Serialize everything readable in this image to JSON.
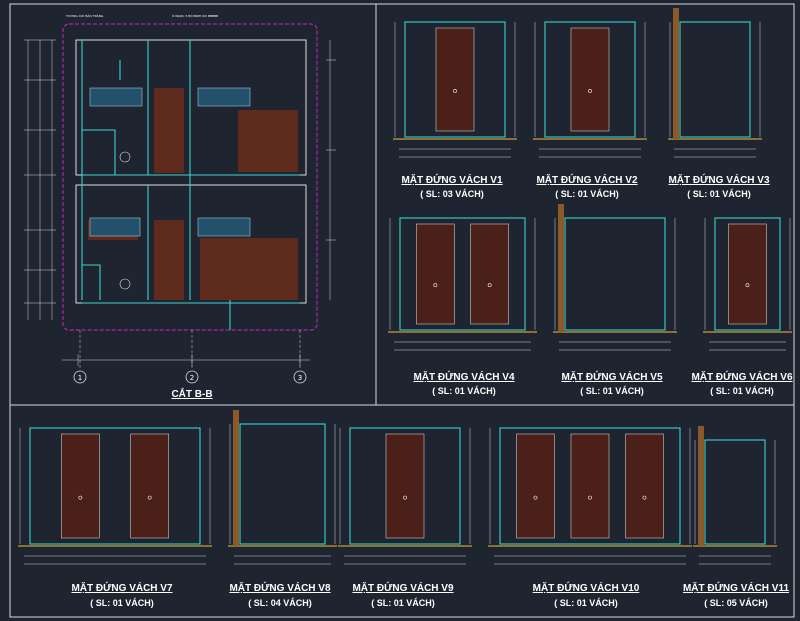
{
  "section": {
    "title": "CẮT B-B",
    "grid_labels": [
      "1",
      "2",
      "3"
    ],
    "notes": [
      "TƯỜNG XÂY BẢO TRẮNG",
      "Ô NGỌC 3 BỘ BÌNH XIX BBBBB"
    ]
  },
  "elevations": [
    {
      "id": "v1",
      "title": "MẶT ĐỨNG VÁCH V1",
      "qty": "( SL: 03 VÁCH)",
      "doors": 1
    },
    {
      "id": "v2",
      "title": "MẶT ĐỨNG VÁCH V2",
      "qty": "( SL: 01 VÁCH)",
      "doors": 1
    },
    {
      "id": "v3",
      "title": "MẶT ĐỨNG VÁCH V3",
      "qty": "( SL: 01 VÁCH)",
      "doors": 0
    },
    {
      "id": "v4",
      "title": "MẶT ĐỨNG VÁCH V4",
      "qty": "( SL: 01 VÁCH)",
      "doors": 2
    },
    {
      "id": "v5",
      "title": "MẶT ĐỨNG VÁCH V5",
      "qty": "( SL: 01 VÁCH)",
      "doors": 0
    },
    {
      "id": "v6",
      "title": "MẶT ĐỨNG VÁCH V6",
      "qty": "( SL: 01 VÁCH)",
      "doors": 1
    },
    {
      "id": "v7",
      "title": "MẶT ĐỨNG VÁCH V7",
      "qty": "( SL: 01 VÁCH)",
      "doors": 2
    },
    {
      "id": "v8",
      "title": "MẶT ĐỨNG VÁCH V8",
      "qty": "( SL: 04 VÁCH)",
      "doors": 0
    },
    {
      "id": "v9",
      "title": "MẶT ĐỨNG VÁCH V9",
      "qty": "( SL: 01 VÁCH)",
      "doors": 1
    },
    {
      "id": "v10",
      "title": "MẶT ĐỨNG VÁCH V10",
      "qty": "( SL: 01 VÁCH)",
      "doors": 3
    },
    {
      "id": "v11",
      "title": "MẶT ĐỨNG VÁCH V11",
      "qty": "( SL: 05 VÁCH)",
      "doors": 0
    }
  ],
  "colors": {
    "background": "#1f2530",
    "door_fill": "#4a2018",
    "partition_line": "#3ad3d0",
    "floor_line": "#c9a233",
    "wall": "#8c5a2a",
    "section_boundary": "#c42bc4"
  },
  "icons": [
    "door-handle-icon",
    "grid-bubble-icon"
  ]
}
